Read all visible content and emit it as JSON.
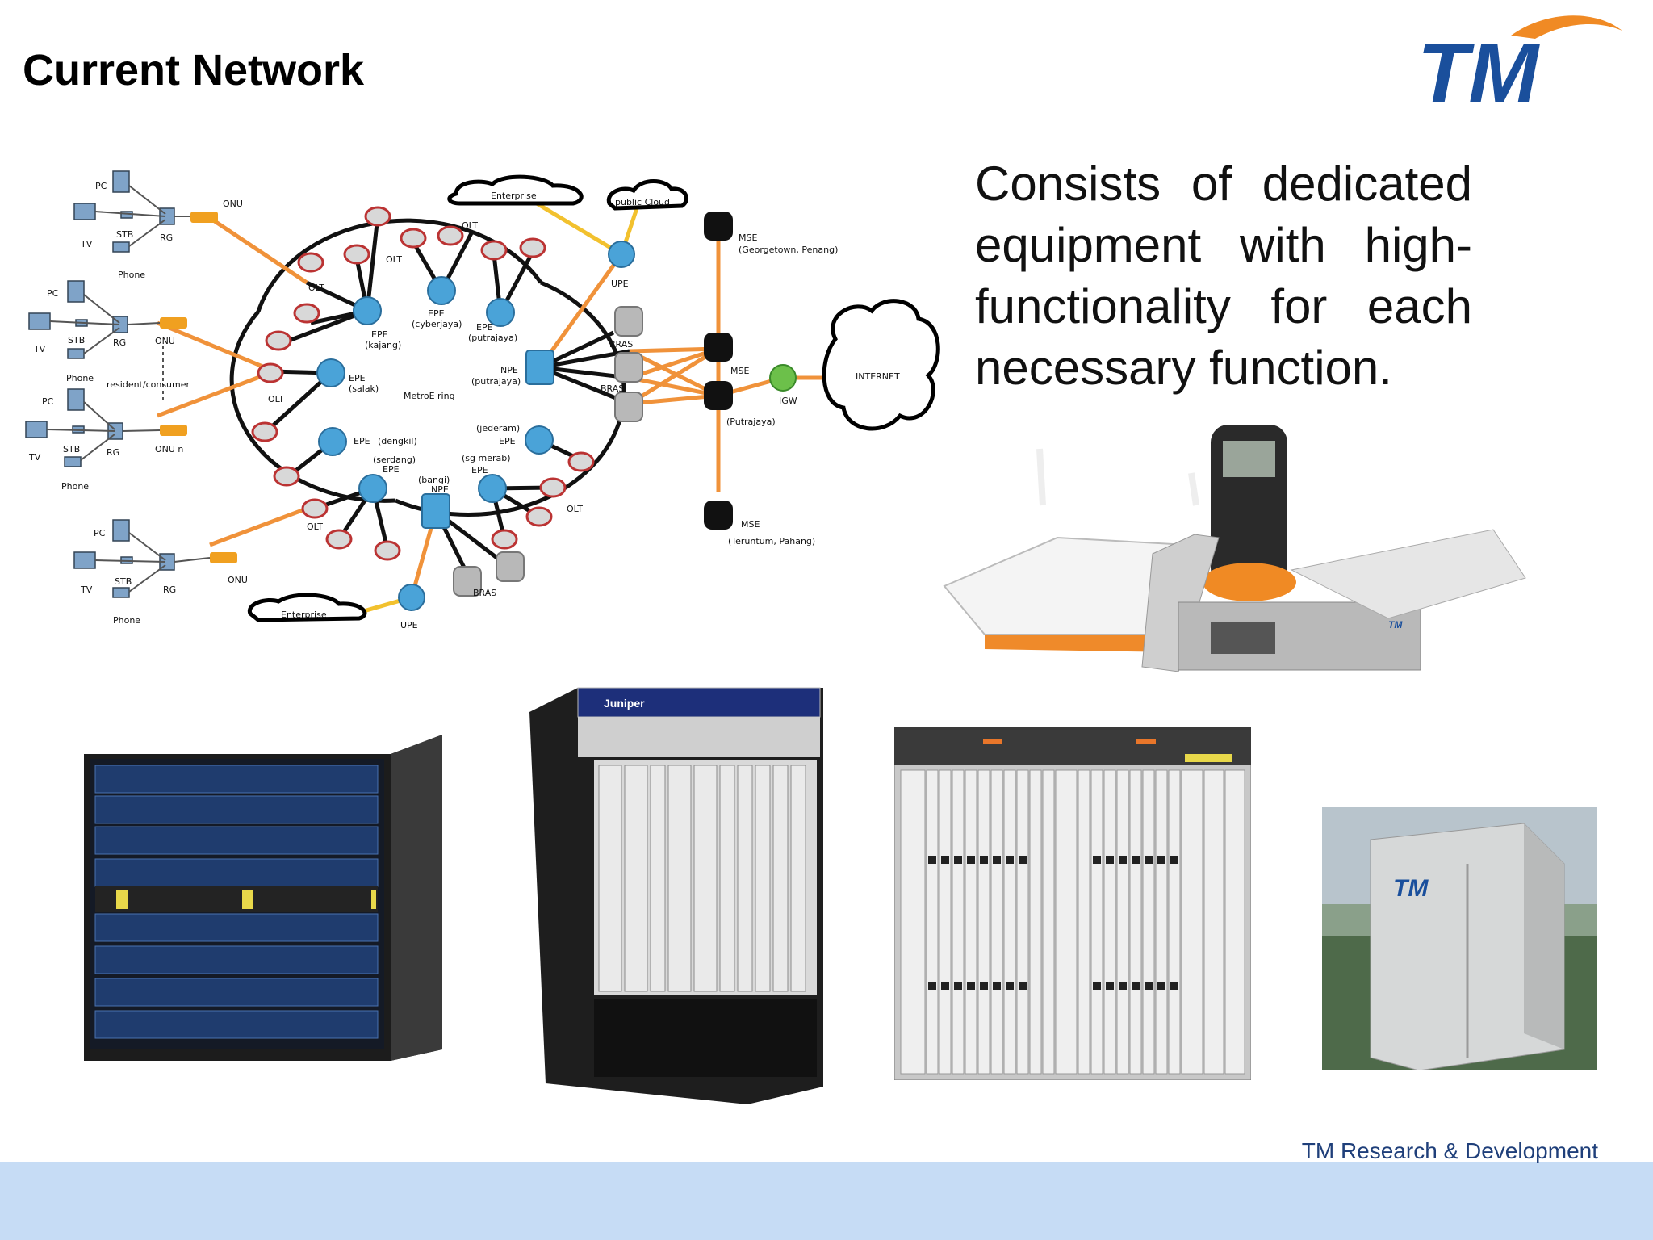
{
  "slide": {
    "title": "Current Network",
    "description": "Consists of dedicated equipment with high-functionality for each necessary function.",
    "footer": "TM Research & Development",
    "logo_text": "TM"
  },
  "diagram": {
    "labels": {
      "enterprise_top": "Enterprise",
      "public_cloud": "public Cloud",
      "enterprise_bottom": "Enterprise",
      "mse_top": "MSE",
      "mse_top_loc": "(Georgetown, Penang)",
      "mse_mid": "MSE",
      "mse_mid_loc": "(Putrajaya)",
      "mse_bottom": "MSE",
      "mse_bottom_loc": "(Teruntum, Pahang)",
      "igw": "IGW",
      "internet": "INTERNET",
      "upe_top": "UPE",
      "upe_bottom": "UPE",
      "bras_1": "BRAS",
      "bras_2": "BRAS",
      "bras_3": "BRAS",
      "npe_top": "NPE",
      "npe_top_loc": "(putrajaya)",
      "npe_bottom": "NPE",
      "npe_bottom_loc": "(bangi)",
      "metro_ring": "MetroE ring",
      "resident": "resident/consumer",
      "epe_kajang": "EPE",
      "epe_kajang_loc": "(kajang)",
      "epe_cyberjaya": "EPE",
      "epe_cyberjaya_loc": "(cyberjaya)",
      "epe_putrajaya": "EPE",
      "epe_putrajaya_loc": "(putrajaya)",
      "epe_salak": "EPE",
      "epe_salak_loc": "(salak)",
      "epe_dengkil": "EPE",
      "epe_dengkil_loc": "(dengkil)",
      "epe_serdang": "EPE",
      "epe_serdang_loc": "(serdang)",
      "epe_sgmerab": "EPE",
      "epe_sgmerab_loc": "(sg merab)",
      "epe_jederam": "EPE",
      "epe_jederam_loc": "(jederam)",
      "olt": "OLT",
      "onu": "ONU",
      "onu_n": "ONU n",
      "pc": "PC",
      "stb": "STB",
      "rg": "RG",
      "tv": "TV",
      "phone": "Phone"
    }
  },
  "photos": {
    "juniper_brand": "Juniper",
    "cabinet_brand": "TM",
    "device_brand": "TM"
  },
  "colors": {
    "footer_bar": "#c6dcf5",
    "footer_text": "#1f3f7a",
    "logo_blue": "#1a4f9c",
    "logo_orange": "#f08a24",
    "link_orange": "#f0923a",
    "link_yellow": "#f2c12e",
    "node_blue": "#4aa3d8"
  }
}
